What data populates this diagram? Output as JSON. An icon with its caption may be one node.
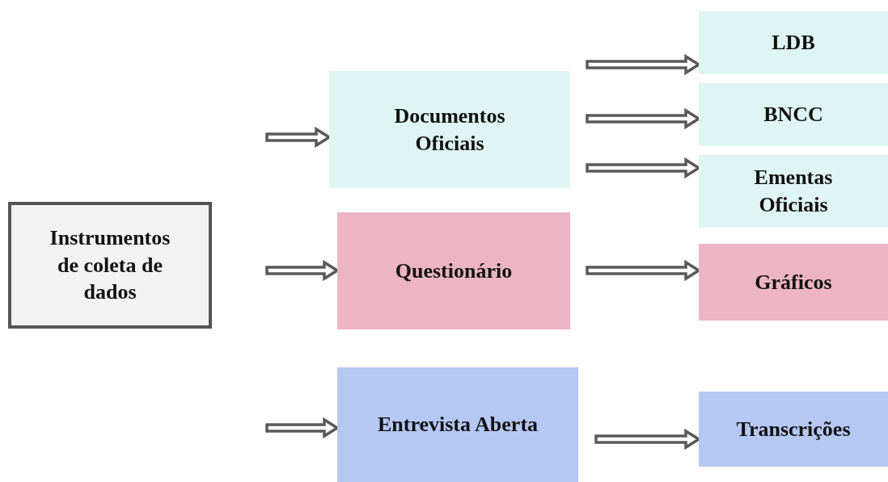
{
  "diagram": {
    "nodes": [
      {
        "text": [
          "Instrumentos de coleta de dados"
        ]
      },
      {
        "text": [
          "Documentos Oficiais"
        ]
      },
      {
        "text": [
          "Questionário"
        ]
      },
      {
        "text": [
          "Entrevista Aberta"
        ]
      },
      {
        "text": [
          "LDB"
        ]
      },
      {
        "text": [
          "BNCC"
        ]
      },
      {
        "text": [
          "Ementas Oficiais"
        ]
      },
      {
        "text": [
          "Gráficos"
        ]
      },
      {
        "text": [
          "Transcrições"
        ]
      }
    ],
    "edges": [
      {
        "from": null,
        "to": 1,
        "arrow": "to"
      },
      {
        "from": null,
        "to": 2,
        "arrow": "to"
      },
      {
        "from": null,
        "to": 3,
        "arrow": "to"
      },
      {
        "from": null,
        "to": 4,
        "arrow": "to"
      },
      {
        "from": null,
        "to": 5,
        "arrow": "to"
      },
      {
        "from": null,
        "to": 6,
        "arrow": "to"
      },
      {
        "from": null,
        "to": 7,
        "arrow": "to"
      },
      {
        "from": null,
        "to": 8,
        "arrow": "to"
      }
    ]
  }
}
